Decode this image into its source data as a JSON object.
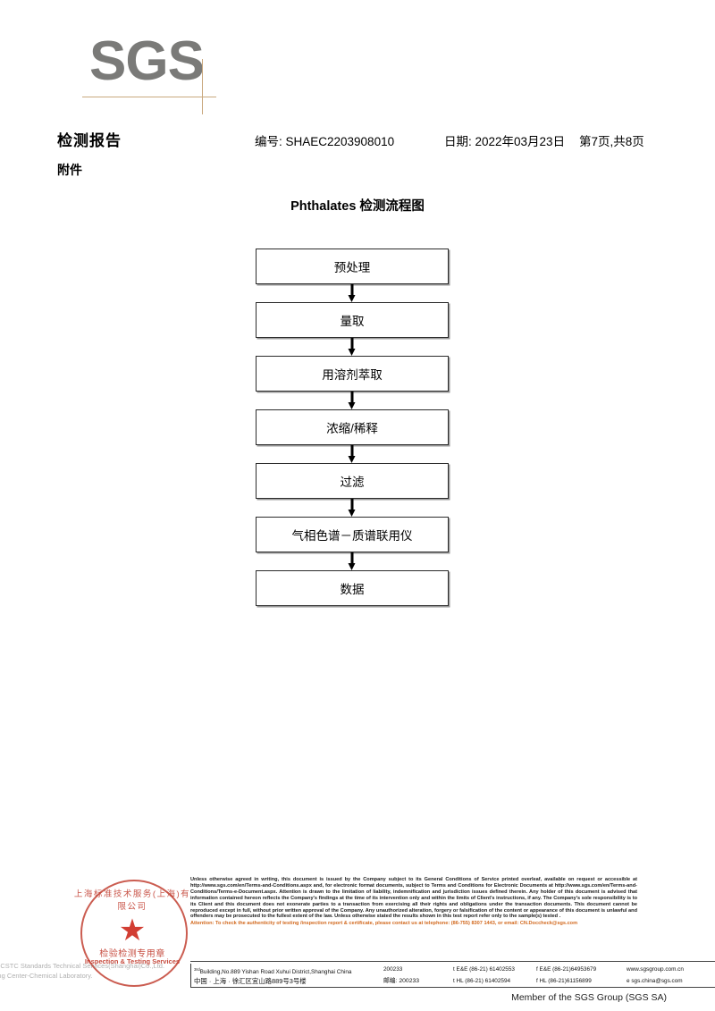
{
  "brand": {
    "logo_text": "SGS",
    "member_line": "Member of the SGS Group (SGS SA)"
  },
  "header": {
    "title": "检测报告",
    "attachment_label": "附件",
    "report_no": "编号: SHAEC2203908010",
    "date": "日期: 2022年03月23日",
    "page": "第7页,共8页"
  },
  "flowchart": {
    "title": "Phthalates 检测流程图",
    "nodes": [
      {
        "label": "预处理"
      },
      {
        "label": "量取"
      },
      {
        "label": "用溶剂萃取"
      },
      {
        "label": "浓缩/稀释"
      },
      {
        "label": "过滤"
      },
      {
        "label": "气相色谱－质谱联用仪"
      },
      {
        "label": "数据"
      }
    ]
  },
  "seal": {
    "arc_top": "上海标准技术服务(上海)有限公司",
    "cn_text": "检验检测专用章",
    "en_text": "Inspection & Testing Services",
    "star": "★",
    "color": "#c0392b"
  },
  "watermark": {
    "line1": "SGS-CSTC Standards Technical Services(Shanghai)Co.,Ltd.",
    "line2": "Testing Center-Chemical Laboratory."
  },
  "footer": {
    "legal": "Unless otherwise agreed in writing, this document is issued by the Company subject to its General Conditions of Service printed overleaf, available on request or accessible at http://www.sgs.com/en/Terms-and-Conditions.aspx and, for electronic format documents, subject to Terms and Conditions for Electronic Documents at http://www.sgs.com/en/Terms-and-Conditions/Terms-e-Document.aspx. Attention is drawn to the limitation of liability, indemnification and jurisdiction issues defined therein. Any holder of this document is advised that information contained hereon reflects the Company's findings at the time of its intervention only and within the limits of Client's instructions, if any. The Company's sole responsibility is to its Client and this document does not exonerate parties to a transaction from exercising all their rights and obligations under the transaction documents. This document cannot be reproduced except in full, without prior written approval of the Company. Any unauthorized alteration, forgery or falsification of the content or appearance of this document is unlawful and offenders may be prosecuted to the fullest extent of the law. Unless otherwise stated the results shown in this test report refer only to the sample(s) tested .",
    "attention": "Attention: To check the authenticity of testing /inspection report & certificate, please contact us at telephone: (86-755) 8307 1443, or email: CN.Doccheck@sgs.com",
    "attention_color": "#d2691e",
    "address_en": "Building,No.889 Yishan Road Xuhui District,Shanghai China",
    "address_en_sup": "3rd",
    "address_cn": "中国 · 上海 · 徐汇区宜山路889号3号楼",
    "zip_en": "200233",
    "zip_cn": "邮编: 200233",
    "tel_en_1": "t E&E (86-21) 61402553",
    "tel_en_2": "f E&E (86-21)64953679",
    "tel_cn_1": "t HL (86-21) 61402594",
    "tel_cn_2": "f HL (86-21)61156899",
    "website": "www.sgsgroup.com.cn",
    "email": "e  sgs.china@sgs.com"
  }
}
